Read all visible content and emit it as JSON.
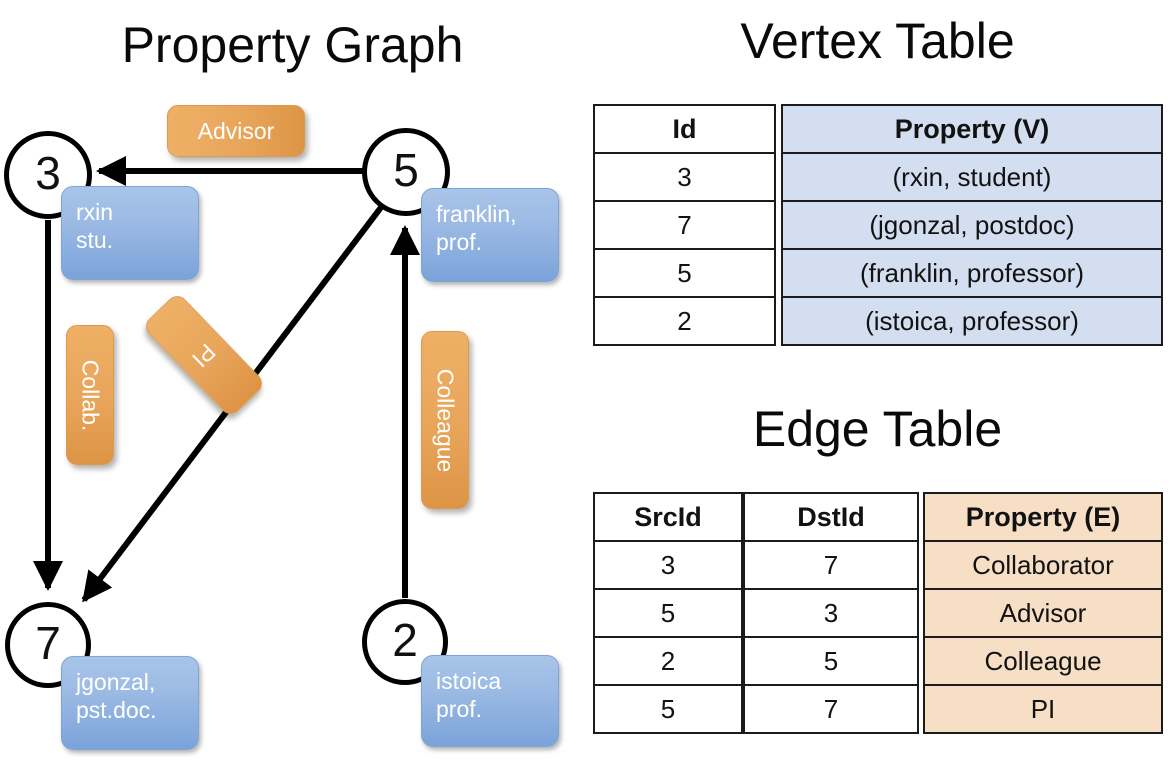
{
  "titles": {
    "property_graph": "Property Graph",
    "vertex_table": "Vertex Table",
    "edge_table": "Edge Table"
  },
  "graph": {
    "nodes": [
      {
        "id": "3",
        "property_label": "rxin\nstu."
      },
      {
        "id": "5",
        "property_label": "franklin,\nprof."
      },
      {
        "id": "7",
        "property_label": "jgonzal,\npst.doc."
      },
      {
        "id": "2",
        "property_label": "istoica\nprof."
      }
    ],
    "node_ids": {
      "three": "3",
      "five": "5",
      "seven": "7",
      "two": "2"
    },
    "vertex_props": {
      "rxin_line1": "rxin",
      "rxin_line2": "stu.",
      "franklin_line1": "franklin,",
      "franklin_line2": "prof.",
      "jgonzal_line1": "jgonzal,",
      "jgonzal_line2": "pst.doc.",
      "istoica_line1": "istoica",
      "istoica_line2": "prof."
    },
    "edge_labels": {
      "advisor": "Advisor",
      "collab": "Collab.",
      "pi": "PI",
      "colleague": "Colleague"
    },
    "edges": [
      {
        "from": "5",
        "to": "3",
        "label": "Advisor"
      },
      {
        "from": "3",
        "to": "7",
        "label": "Collab."
      },
      {
        "from": "5",
        "to": "7",
        "label": "PI"
      },
      {
        "from": "2",
        "to": "5",
        "label": "Colleague"
      }
    ]
  },
  "vertex_table": {
    "headers": {
      "id": "Id",
      "property": "Property (V)"
    },
    "rows": [
      {
        "id": "3",
        "property": "(rxin, student)"
      },
      {
        "id": "7",
        "property": "(jgonzal, postdoc)"
      },
      {
        "id": "5",
        "property": "(franklin, professor)"
      },
      {
        "id": "2",
        "property": "(istoica, professor)"
      }
    ]
  },
  "edge_table": {
    "headers": {
      "src": "SrcId",
      "dst": "DstId",
      "property": "Property (E)"
    },
    "rows": [
      {
        "src": "3",
        "dst": "7",
        "property": "Collaborator"
      },
      {
        "src": "5",
        "dst": "3",
        "property": "Advisor"
      },
      {
        "src": "2",
        "dst": "5",
        "property": "Colleague"
      },
      {
        "src": "5",
        "dst": "7",
        "property": "PI"
      }
    ]
  },
  "colors": {
    "vertex_chip": "#9dbbe4",
    "edge_chip": "#e8a55a",
    "vertex_table_fill": "#d3dff1",
    "edge_table_fill": "#f6dfc5",
    "stroke": "#000000",
    "background": "#ffffff"
  }
}
